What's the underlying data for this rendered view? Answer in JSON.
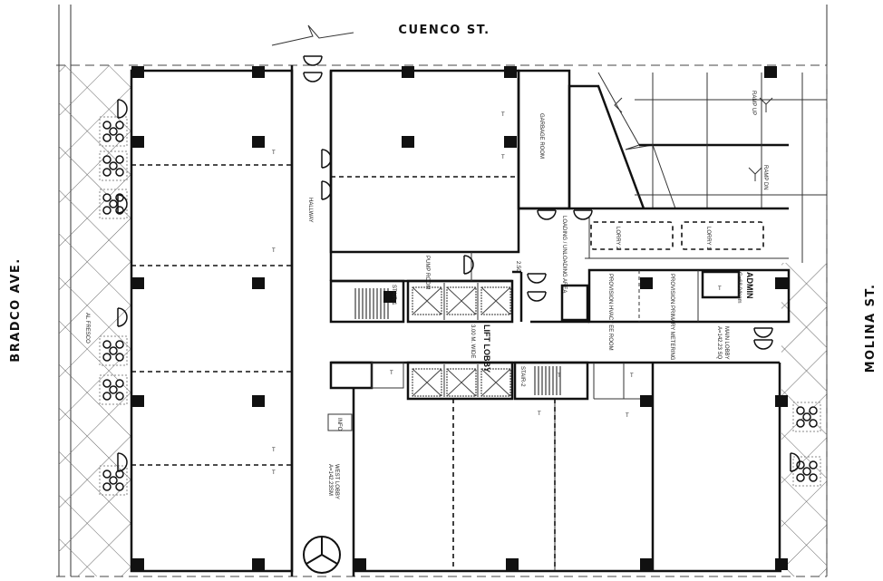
{
  "streets": {
    "north": "CUENCO ST.",
    "west": "BRADCO AVE.",
    "east": "MOLINA ST."
  },
  "rooms": {
    "garbage_room": "GARBAGE ROOM",
    "hallway": "HALLWAY",
    "pump_room": "PUMP ROOM",
    "stair_1": "STAIR-1",
    "stair_2": "STAIR-2",
    "lift_lobby": "LIFT LOBBY",
    "lift_lobby_dim": "3.00 M. WIDE",
    "loading_area": "LOADING / UNLOADING AREA",
    "dimension": "2.50",
    "ramp_up": "RAMP UP",
    "ramp_dn": "RAMP DN",
    "lorry_1": "LORRY 1",
    "lorry_2": "LORRY 2",
    "provision_hvac": "PROVISION HVAC / EE ROOM",
    "provision_metering": "PROVISION PRIMARY METERING",
    "admin": "ADMIN",
    "admin_area": "G=68.04sqm",
    "main_lobby": "MAIN LOBBY",
    "main_lobby_area": "A=142.23 SQ",
    "west_lobby": "WEST LOBBY",
    "west_lobby_area": "A=142.23SM",
    "info": "INFO",
    "al_fresco": "AL FRESCO",
    "toilet": "T"
  }
}
